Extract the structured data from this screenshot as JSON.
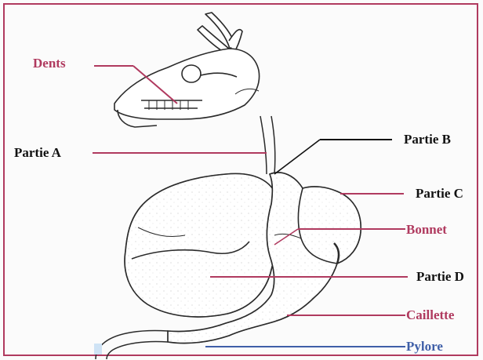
{
  "colors": {
    "frame": "#b03a5f",
    "label_red": "#b03a5f",
    "label_dark": "#111111",
    "label_blue": "#3f5fa8",
    "drawing": "#2a2a2a",
    "background": "#fbfbfb"
  },
  "labels": {
    "dents": "Dents",
    "partie_a": "Partie A",
    "partie_b": "Partie B",
    "partie_c": "Partie C",
    "bonnet": "Bonnet",
    "partie_d": "Partie D",
    "caillette": "Caillette",
    "pylore": "Pylore"
  }
}
